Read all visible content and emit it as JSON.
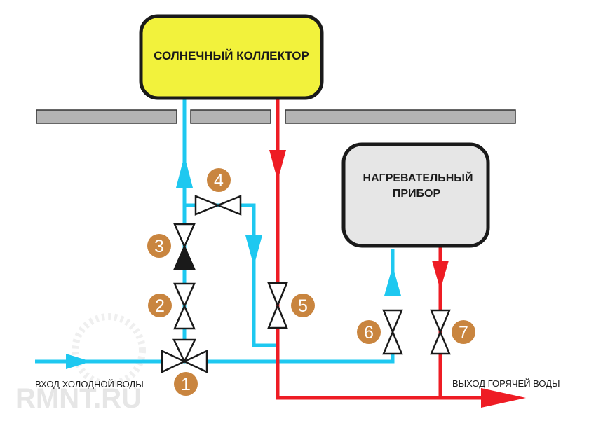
{
  "boxes": {
    "collector": "СОЛНЕЧНЫЙ КОЛЛЕКТОР",
    "heater_line1": "НАГРЕВАТЕЛЬНЫЙ",
    "heater_line2": "ПРИБОР"
  },
  "labels": {
    "cold_inlet": "ВХОД ХОЛОДНОЙ ВОДЫ",
    "hot_outlet": "ВЫХОД ГОРЯЧЕЙ ВОДЫ"
  },
  "valves": [
    "1",
    "2",
    "3",
    "4",
    "5",
    "6",
    "7"
  ],
  "watermark": "RMNT.RU",
  "colors": {
    "cold": "#1ec8f0",
    "hot": "#ee1c24",
    "badge": "#c9853f",
    "collector_fill": "#f2f23c",
    "heater_fill": "#e6e6e6",
    "roof": "#b3b3b3"
  }
}
